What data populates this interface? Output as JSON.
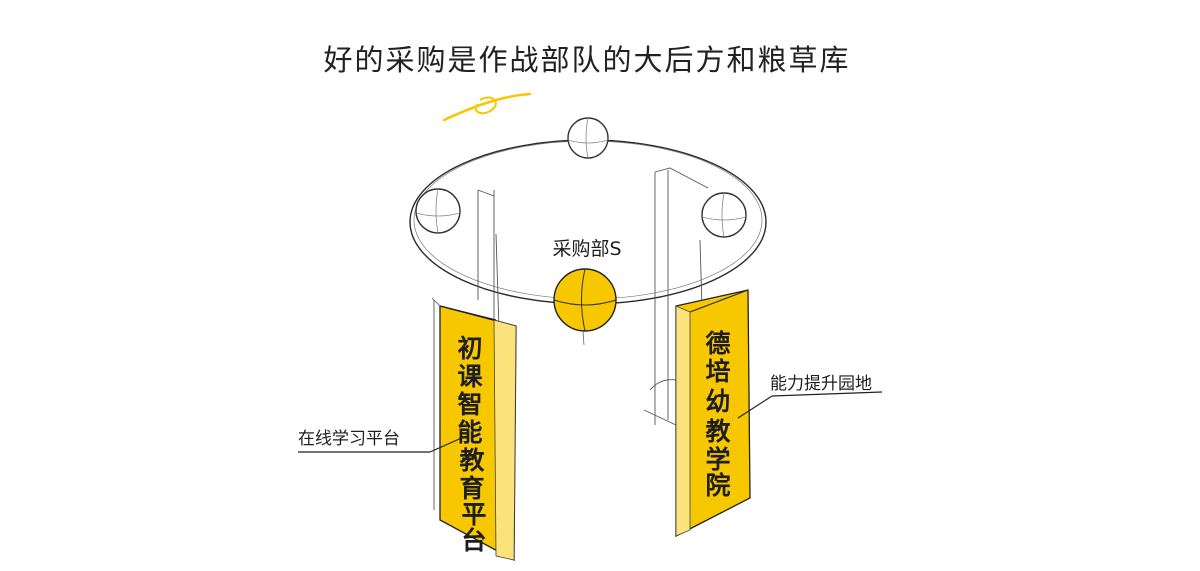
{
  "title": "好的采购是作战部队的大后方和粮草库",
  "center_label": "采购部S",
  "left_banner": {
    "chars": [
      "初",
      "课",
      "智",
      "能",
      "教",
      "育",
      "平",
      "台"
    ],
    "callout": "在线学习平台"
  },
  "right_banner": {
    "chars": [
      "德",
      "培",
      "幼",
      "教",
      "学",
      "院"
    ],
    "callout": "能力提升园地"
  },
  "colors": {
    "banner_yellow": "#f7c800",
    "banner_light": "#fbe27a",
    "ink": "#222222",
    "sketch_line": "#555555"
  }
}
